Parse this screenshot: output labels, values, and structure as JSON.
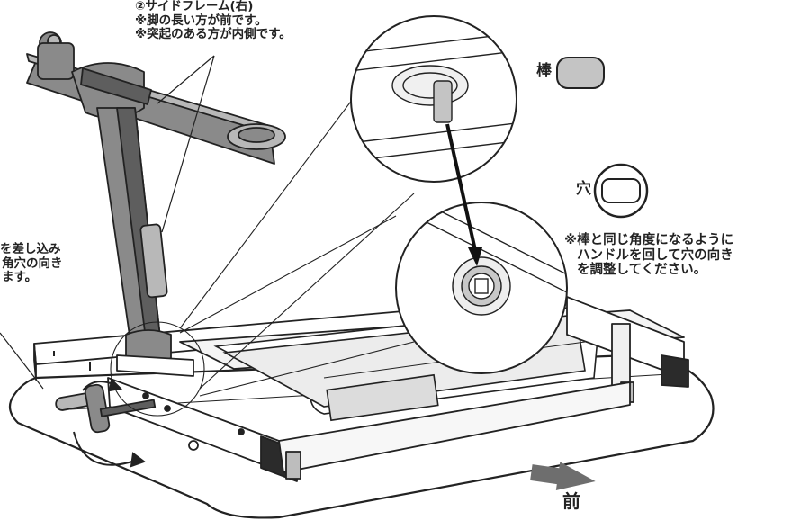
{
  "labels": {
    "side_frame": {
      "line1": "②サイドフレーム(右)",
      "line2": "※脚の長い方が前です。",
      "line3": "※突起のある方が内側です。"
    },
    "insert_note": {
      "line1": "を差し込み",
      "line2": "角穴の向き",
      "line3": "ます。"
    },
    "rod_label": "棒",
    "hole_label": "穴",
    "align_note": {
      "line1": "※棒と同じ角度になるように",
      "line2": "ハンドルを回して穴の向き",
      "line3": "を調整してください。"
    },
    "front_label": "前"
  },
  "colors": {
    "line": "#222222",
    "metal": "#8a8a8a",
    "metal_dark": "#5e5e5e",
    "metal_light": "#b8b8b8",
    "board": "#ffffff",
    "arrow": "#6e6e6e",
    "rod_fill": "#c4c4c4"
  },
  "icons": [
    "rod-shape-icon",
    "hole-shape-icon",
    "front-arrow-icon",
    "rotate-arrow-icon"
  ]
}
